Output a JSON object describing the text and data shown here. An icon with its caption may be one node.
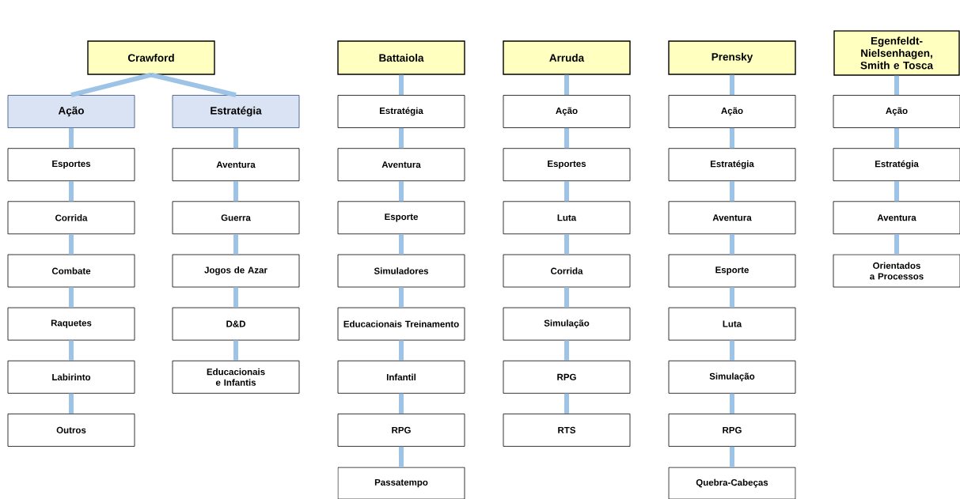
{
  "diagram": {
    "nodes": [
      {
        "text": [
          "Crawford"
        ]
      },
      {
        "text": [
          "Ação"
        ]
      },
      {
        "text": [
          "Estratégia"
        ]
      },
      {
        "text": [
          "Esportes"
        ]
      },
      {
        "text": [
          "Corrida"
        ]
      },
      {
        "text": [
          "Combate"
        ]
      },
      {
        "text": [
          "Raquetes"
        ]
      },
      {
        "text": [
          "Labirinto"
        ]
      },
      {
        "text": [
          "Outros"
        ]
      },
      {
        "text": [
          "Aventura"
        ]
      },
      {
        "text": [
          "Guerra"
        ]
      },
      {
        "text": [
          "Jogos de Azar"
        ]
      },
      {
        "text": [
          "D&D"
        ]
      },
      {
        "text": [
          "Educacionais e Infantis"
        ]
      },
      {
        "text": [
          "Battaiola"
        ]
      },
      {
        "text": [
          "Estratégia"
        ]
      },
      {
        "text": [
          "Aventura"
        ]
      },
      {
        "text": [
          "Esporte"
        ]
      },
      {
        "text": [
          "Simuladores"
        ]
      },
      {
        "text": [
          "Educacionais Treinamento"
        ]
      },
      {
        "text": [
          "Infantil"
        ]
      },
      {
        "text": [
          "RPG"
        ]
      },
      {
        "text": [
          "Passatempo"
        ]
      },
      {
        "text": [
          "Arruda"
        ]
      },
      {
        "text": [
          "Ação"
        ]
      },
      {
        "text": [
          "Esportes"
        ]
      },
      {
        "text": [
          "Luta"
        ]
      },
      {
        "text": [
          "Corrida"
        ]
      },
      {
        "text": [
          "Simulação"
        ]
      },
      {
        "text": [
          "RPG"
        ]
      },
      {
        "text": [
          "RTS"
        ]
      },
      {
        "text": [
          "Prensky"
        ]
      },
      {
        "text": [
          "Ação"
        ]
      },
      {
        "text": [
          "Estratégia"
        ]
      },
      {
        "text": [
          "Aventura"
        ]
      },
      {
        "text": [
          "Esporte"
        ]
      },
      {
        "text": [
          "Luta"
        ]
      },
      {
        "text": [
          "Simulação"
        ]
      },
      {
        "text": [
          "RPG"
        ]
      },
      {
        "text": [
          "Quebra-Cabeças"
        ]
      },
      {
        "text": [
          "Egenfeldt-Nielsenhagen, Smith e Tosca"
        ]
      },
      {
        "text": [
          "Ação"
        ]
      },
      {
        "text": [
          "Estratégia"
        ]
      },
      {
        "text": [
          "Aventura"
        ]
      },
      {
        "text": [
          "Orientados a Processos"
        ]
      }
    ],
    "edges": [
      {
        "from": 0,
        "to": 1,
        "arrow": "none"
      },
      {
        "from": 0,
        "to": 2,
        "arrow": "none"
      },
      {
        "from": 1,
        "to": 3,
        "arrow": "none"
      },
      {
        "from": 3,
        "to": 4,
        "arrow": "none"
      },
      {
        "from": 4,
        "to": 5,
        "arrow": "none"
      },
      {
        "from": 5,
        "to": 6,
        "arrow": "none"
      },
      {
        "from": 6,
        "to": 7,
        "arrow": "none"
      },
      {
        "from": 7,
        "to": 8,
        "arrow": "none"
      },
      {
        "from": 2,
        "to": 9,
        "arrow": "none"
      },
      {
        "from": 9,
        "to": 10,
        "arrow": "none"
      },
      {
        "from": 10,
        "to": 11,
        "arrow": "none"
      },
      {
        "from": 11,
        "to": 12,
        "arrow": "none"
      },
      {
        "from": 12,
        "to": 13,
        "arrow": "none"
      },
      {
        "from": 14,
        "to": 15,
        "arrow": "none"
      },
      {
        "from": 15,
        "to": 16,
        "arrow": "none"
      },
      {
        "from": 16,
        "to": 17,
        "arrow": "none"
      },
      {
        "from": 17,
        "to": 18,
        "arrow": "none"
      },
      {
        "from": 18,
        "to": 19,
        "arrow": "none"
      },
      {
        "from": 19,
        "to": 20,
        "arrow": "none"
      },
      {
        "from": 20,
        "to": 21,
        "arrow": "none"
      },
      {
        "from": 21,
        "to": 22,
        "arrow": "none"
      },
      {
        "from": 23,
        "to": 24,
        "arrow": "none"
      },
      {
        "from": 24,
        "to": 25,
        "arrow": "none"
      },
      {
        "from": 25,
        "to": 26,
        "arrow": "none"
      },
      {
        "from": 26,
        "to": 27,
        "arrow": "none"
      },
      {
        "from": 27,
        "to": 28,
        "arrow": "none"
      },
      {
        "from": 28,
        "to": 29,
        "arrow": "none"
      },
      {
        "from": 29,
        "to": 30,
        "arrow": "none"
      },
      {
        "from": 31,
        "to": 32,
        "arrow": "none"
      },
      {
        "from": 32,
        "to": 33,
        "arrow": "none"
      },
      {
        "from": 33,
        "to": 34,
        "arrow": "none"
      },
      {
        "from": 34,
        "to": 35,
        "arrow": "none"
      },
      {
        "from": 35,
        "to": 36,
        "arrow": "none"
      },
      {
        "from": 36,
        "to": 37,
        "arrow": "none"
      },
      {
        "from": 37,
        "to": 38,
        "arrow": "none"
      },
      {
        "from": 38,
        "to": 39,
        "arrow": "none"
      },
      {
        "from": 40,
        "to": 41,
        "arrow": "none"
      },
      {
        "from": 41,
        "to": 42,
        "arrow": "none"
      },
      {
        "from": 42,
        "to": 43,
        "arrow": "none"
      },
      {
        "from": 43,
        "to": 44,
        "arrow": "none"
      }
    ]
  }
}
